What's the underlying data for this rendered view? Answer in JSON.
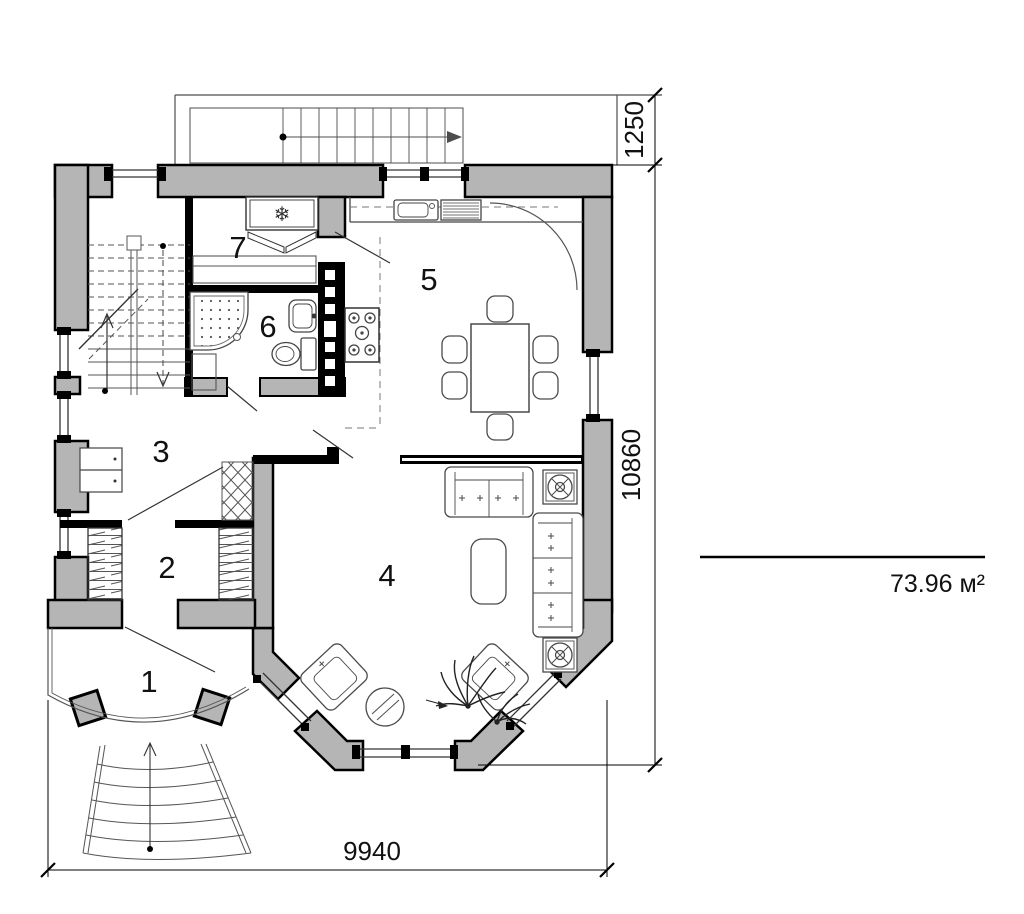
{
  "plan": {
    "rooms": [
      {
        "id": 1,
        "label": "1"
      },
      {
        "id": 2,
        "label": "2"
      },
      {
        "id": 3,
        "label": "3"
      },
      {
        "id": 4,
        "label": "4"
      },
      {
        "id": 5,
        "label": "5"
      },
      {
        "id": 6,
        "label": "6"
      },
      {
        "id": 7,
        "label": "7"
      }
    ],
    "dimensions": {
      "terrace_depth": "1250",
      "height_total": "10860",
      "width_total": "9940"
    },
    "area": {
      "value": "73.96 м²"
    },
    "icons": {
      "fridge_snowflake": "❄"
    },
    "colors": {
      "wall_fill": "#b5b5b5",
      "line": "#000000"
    }
  }
}
